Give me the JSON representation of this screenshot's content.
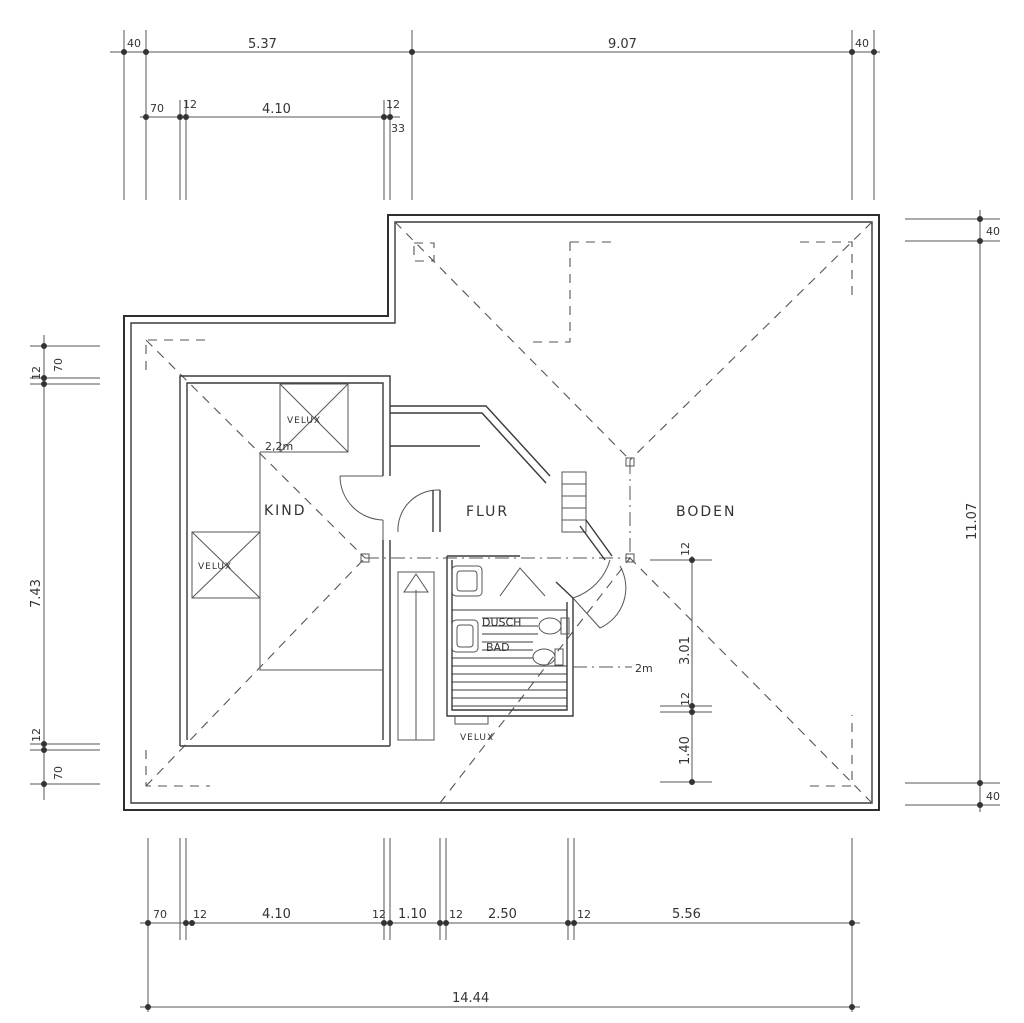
{
  "rooms": {
    "kind": "KIND",
    "flur": "FLUR",
    "boden": "BODEN",
    "dusch": "DUSCH",
    "bad": "BAD"
  },
  "labels": {
    "velux_1": "VELUX",
    "velux_2": "VELUX",
    "velux_3": "VELUX",
    "height_1": "2,2m",
    "height_2": "2m"
  },
  "dimensions": {
    "top_row1": [
      "40",
      "5.37",
      "9.07",
      "40"
    ],
    "top_row2": [
      "70",
      "12",
      "4.10",
      "12",
      "33"
    ],
    "bottom_row1": [
      "70",
      "12",
      "4.10",
      "12",
      "1.10",
      "12",
      "2.50",
      "12",
      "5.56"
    ],
    "bottom_total": "14.44",
    "left": [
      "70",
      "12",
      "7.43",
      "12",
      "70"
    ],
    "right_outer": [
      "40",
      "11.07",
      "40"
    ],
    "right_inner": [
      "12",
      "3.01",
      "12",
      "1.40"
    ]
  }
}
